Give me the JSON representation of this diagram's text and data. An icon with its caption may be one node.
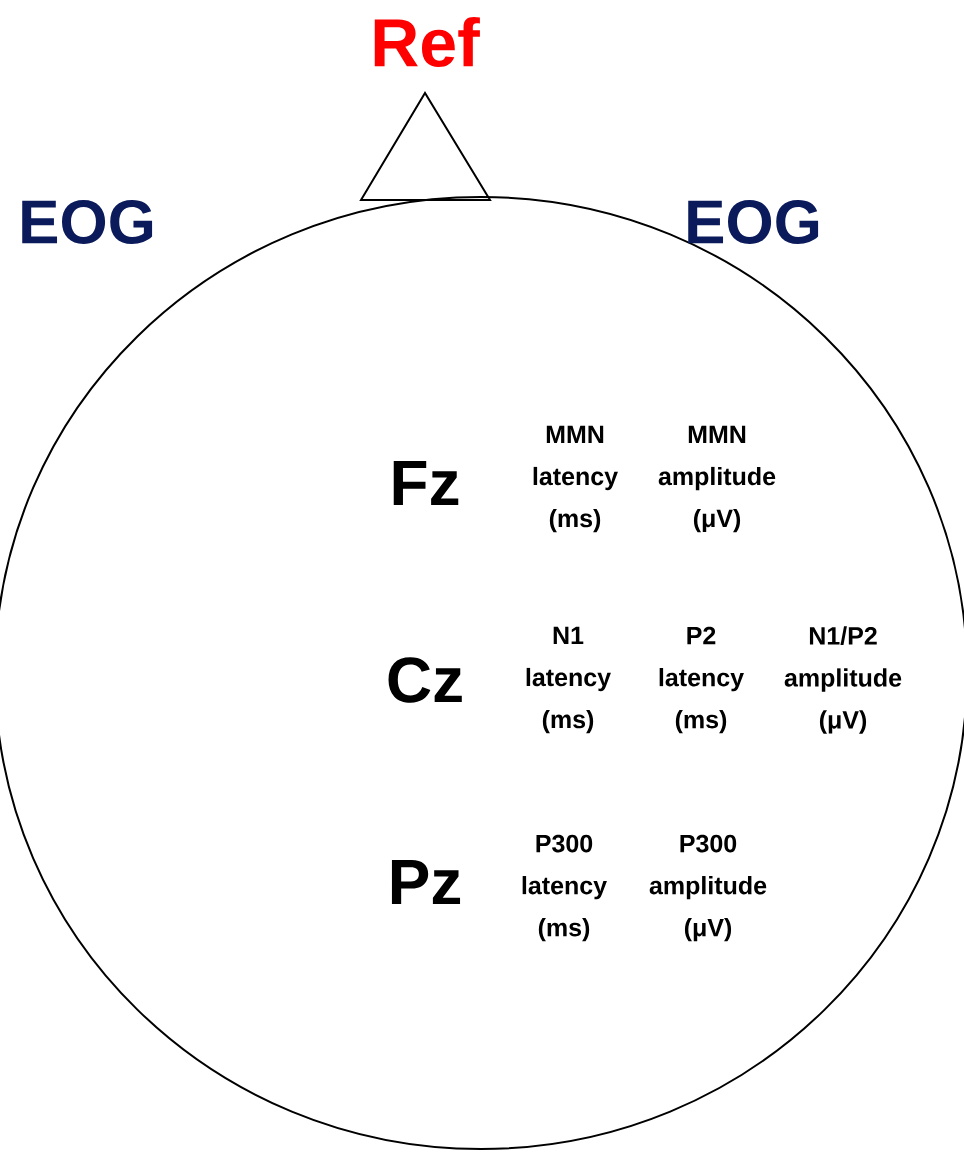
{
  "diagram": {
    "labels": [
      "Ref",
      "EOG",
      "EOG",
      "Fz",
      "MMN latency (ms)",
      "MMN amplitude (μV)",
      "Cz",
      "N1 latency (ms)",
      "P2 latency (ms)",
      "N1/P2 amplitude (μV)",
      "Pz",
      "P300 latency (ms)",
      "P300 amplitude (μV)"
    ]
  }
}
